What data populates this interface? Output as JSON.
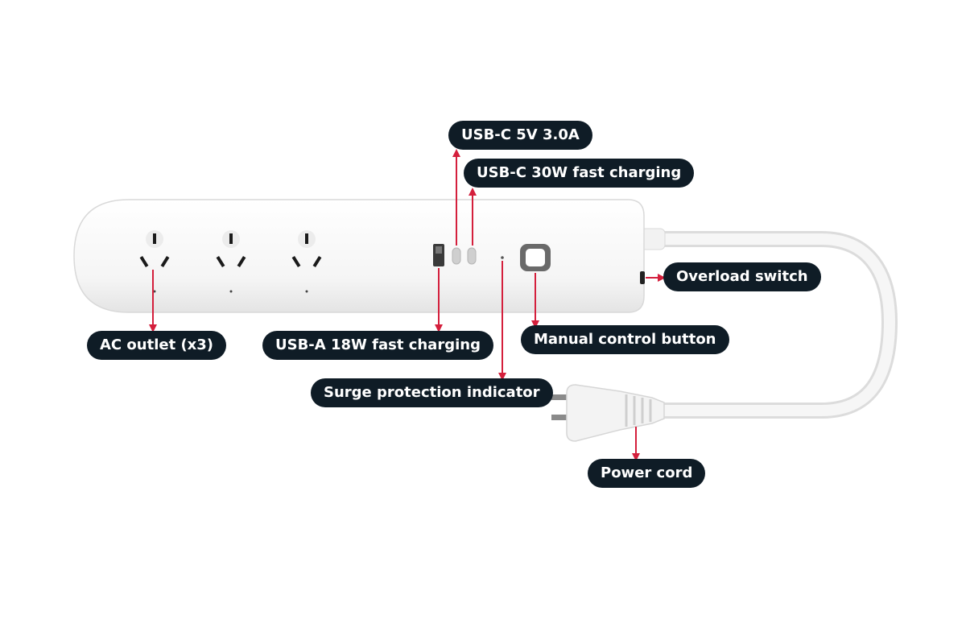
{
  "colors": {
    "label_bg": "#0f1c26",
    "label_text": "#ffffff",
    "arrow": "#d41f3c",
    "device_body": "#f4f4f4",
    "device_edge": "#d9d9d9"
  },
  "labels": {
    "usbc_5v": "USB-C 5V 3.0A",
    "usbc_30w": "USB-C 30W fast charging",
    "overload_switch": "Overload switch",
    "ac_outlet": "AC outlet (x3)",
    "usba_18w": "USB-A 18W fast charging",
    "manual_button": "Manual control button",
    "surge_indicator": "Surge protection indicator",
    "power_cord": "Power cord"
  }
}
